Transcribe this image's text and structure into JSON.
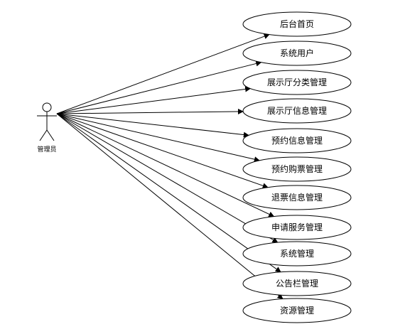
{
  "actor": {
    "label": "管理员"
  },
  "use_cases": [
    {
      "label": "后台首页"
    },
    {
      "label": "系统用户"
    },
    {
      "label": "展示厅分类管理"
    },
    {
      "label": "展示厅信息管理"
    },
    {
      "label": "预约信息管理"
    },
    {
      "label": "预约购票管理"
    },
    {
      "label": "退票信息管理"
    },
    {
      "label": "申请服务管理"
    },
    {
      "label": "系统管理"
    },
    {
      "label": "公告栏管理"
    },
    {
      "label": "资源管理"
    }
  ]
}
